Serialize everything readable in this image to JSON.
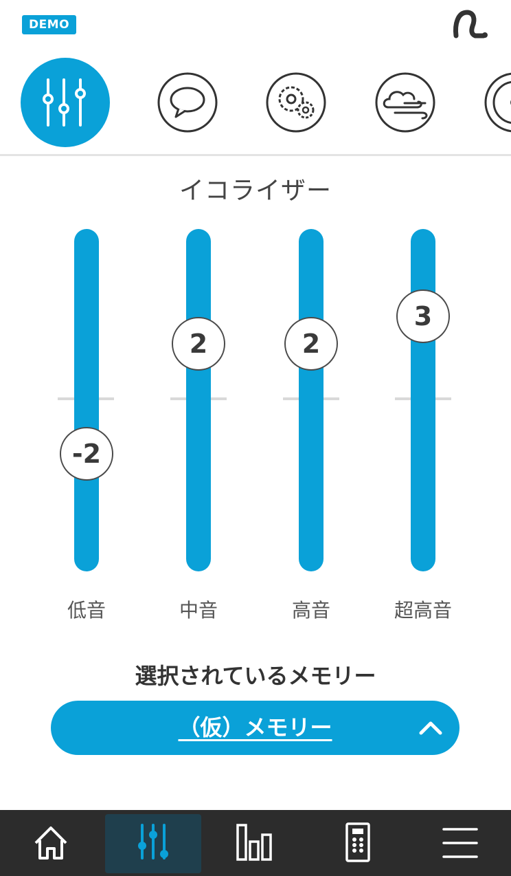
{
  "header": {
    "demo_badge": "DEMO",
    "device_icon": "hearing-aid-icon"
  },
  "feature_nav": [
    {
      "icon": "equalizer-icon",
      "active": true
    },
    {
      "icon": "speech-bubble-icon",
      "active": false
    },
    {
      "icon": "gears-icon",
      "active": false
    },
    {
      "icon": "wind-icon",
      "active": false
    },
    {
      "icon": "directional-icon",
      "active": false
    }
  ],
  "equalizer": {
    "title": "イコライザー",
    "range": [
      -5,
      5
    ],
    "bands": [
      {
        "label": "低音",
        "value": -2,
        "value_text": "-2"
      },
      {
        "label": "中音",
        "value": 2,
        "value_text": "2"
      },
      {
        "label": "高音",
        "value": 2,
        "value_text": "2"
      },
      {
        "label": "超高音",
        "value": 3,
        "value_text": "3"
      }
    ]
  },
  "memory": {
    "title": "選択されているメモリー",
    "selected": "（仮）メモリー",
    "toggle_icon": "chevron-up-icon"
  },
  "bottom_nav": [
    {
      "icon": "home-icon",
      "active": false
    },
    {
      "icon": "equalizer-icon",
      "active": true
    },
    {
      "icon": "bar-chart-icon",
      "active": false
    },
    {
      "icon": "remote-control-icon",
      "active": false
    },
    {
      "icon": "menu-icon",
      "active": false
    }
  ],
  "colors": {
    "accent": "#0aa1d8",
    "bottom_bar": "#2c2c2c",
    "active_tab": "#1f3f4d"
  }
}
